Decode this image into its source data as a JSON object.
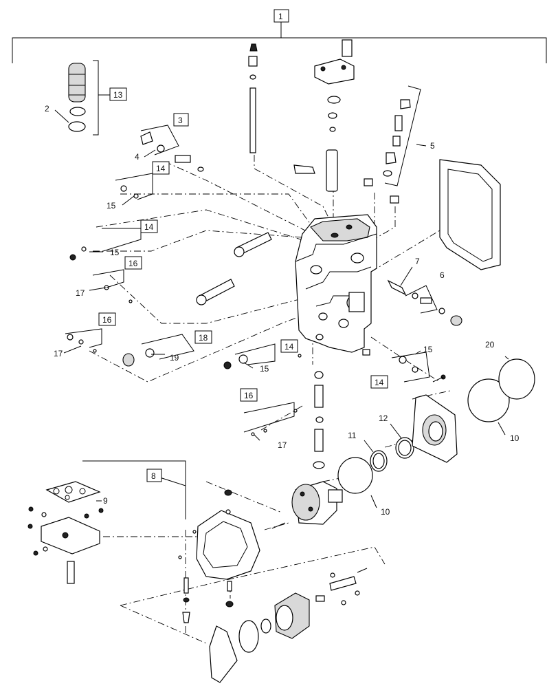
{
  "callouts": {
    "c1": "1",
    "c2": "2",
    "c3": "3",
    "c4": "4",
    "c5": "5",
    "c6": "6",
    "c7": "7",
    "c8": "8",
    "c9": "9",
    "c10a": "10",
    "c10b": "10",
    "c11": "11",
    "c12": "12",
    "c13": "13",
    "c14a": "14",
    "c14b": "14",
    "c14c": "14",
    "c14d": "14",
    "c15a": "15",
    "c15b": "15",
    "c15c": "15",
    "c15d": "15",
    "c16a": "16",
    "c16b": "16",
    "c16c": "16",
    "c17a": "17",
    "c17b": "17",
    "c17c": "17",
    "c18": "18",
    "c19": "19",
    "c20": "20"
  }
}
